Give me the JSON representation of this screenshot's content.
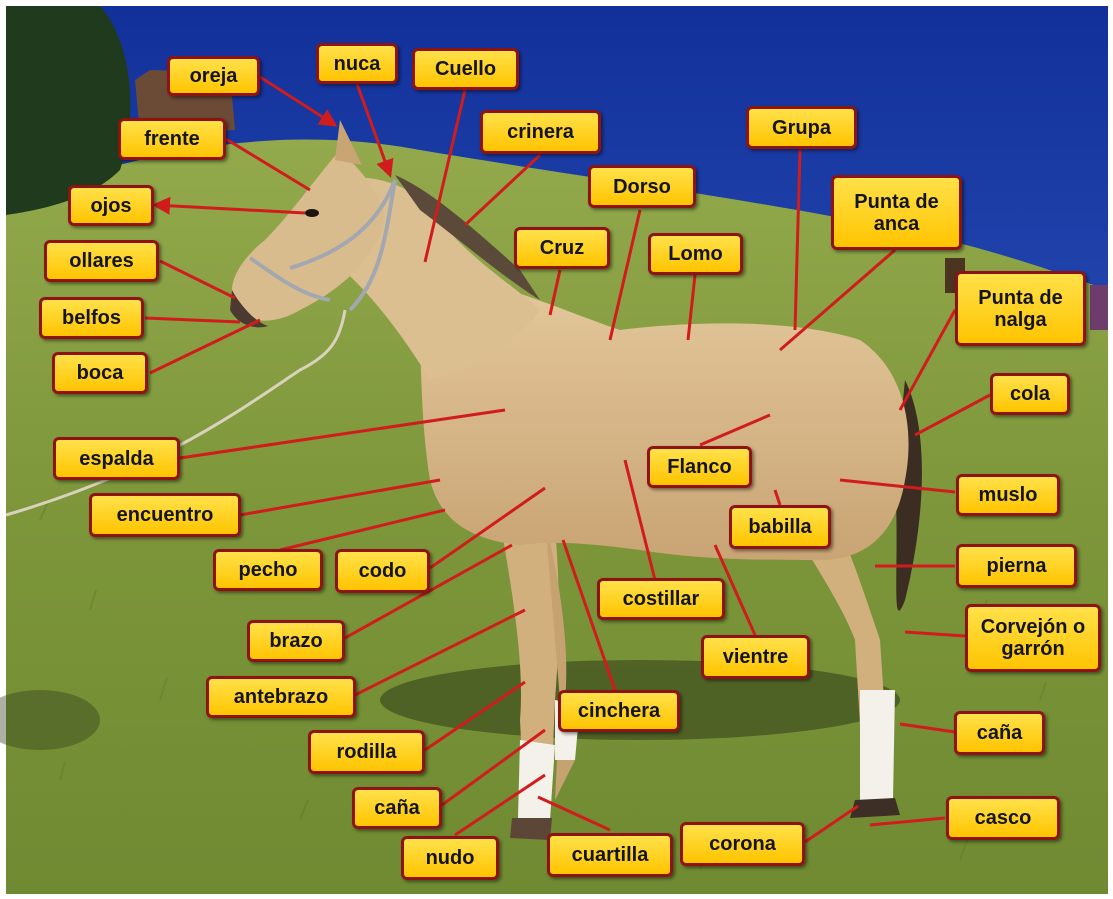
{
  "photo": {
    "subject": "horse-in-profile",
    "colors": {
      "sky": "#1d3fb0",
      "grass": "#7f9a3c",
      "horse_coat": "#d8b98c",
      "label_fill": "#ffd21f",
      "label_border": "#8e1414",
      "arrow": "#d01c1c"
    }
  },
  "labels": {
    "oreja": "oreja",
    "nuca": "nuca",
    "cuello": "Cuello",
    "frente": "frente",
    "crinera": "crinera",
    "ojos": "ojos",
    "dorso": "Dorso",
    "grupa": "Grupa",
    "punta_anca": "Punta de anca",
    "ollares": "ollares",
    "cruz": "Cruz",
    "lomo": "Lomo",
    "punta_nalga": "Punta de nalga",
    "belfos": "belfos",
    "boca": "boca",
    "cola": "cola",
    "espalda": "espalda",
    "flanco": "Flanco",
    "muslo": "muslo",
    "encuentro": "encuentro",
    "babilla": "babilla",
    "pecho": "pecho",
    "codo": "codo",
    "pierna": "pierna",
    "costillar": "costillar",
    "brazo": "brazo",
    "corvejon": "Corvejón o garrón",
    "vientre": "vientre",
    "antebrazo": "antebrazo",
    "cinchera": "cinchera",
    "cana_front": "caña",
    "rodilla": "rodilla",
    "cana_rear": "caña",
    "casco": "casco",
    "nudo": "nudo",
    "cuartilla": "cuartilla",
    "corona": "corona"
  }
}
